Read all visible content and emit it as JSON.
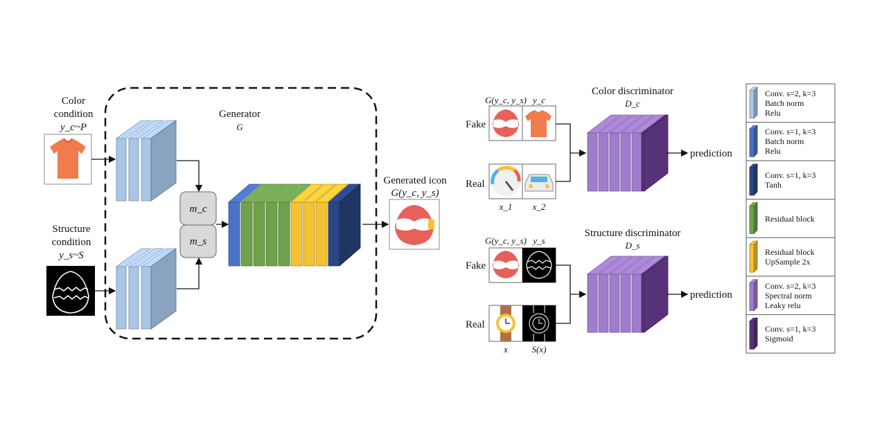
{
  "generator": {
    "title": "Generator",
    "symbol": "G",
    "m_c": "m_c",
    "m_s": "m_s"
  },
  "color_condition": {
    "line1": "Color",
    "line2": "condition",
    "formula": "y_c~P"
  },
  "structure_condition": {
    "line1": "Structure",
    "line2": "condition",
    "formula": "y_s~S"
  },
  "generated_icon": {
    "title": "Generated icon",
    "formula": "G(y_c, y_s)"
  },
  "color_discriminator": {
    "title": "Color discriminator",
    "symbol": "D_c",
    "fake_label": "Fake",
    "real_label": "Real",
    "fake_caption_1": "G(y_c, y_s)",
    "fake_caption_2": "y_c",
    "real_caption_1": "x_1",
    "real_caption_2": "x_2",
    "output": "prediction"
  },
  "structure_discriminator": {
    "title": "Structure discriminator",
    "symbol": "D_s",
    "fake_label": "Fake",
    "real_label": "Real",
    "fake_caption_1": "G(y_c, y_s)",
    "fake_caption_2": "y_s",
    "real_caption_1": "x",
    "real_caption_2": "S(x)",
    "output": "prediction"
  },
  "legend": [
    {
      "text": "Conv. s=2, k=3\nBatch norm\nRelu",
      "color": "#a9c6e6"
    },
    {
      "text": "Conv. s=1, k=3\nBatch norm\nRelu",
      "color": "#4a72c4"
    },
    {
      "text": "Conv. s=1, k=3\nTanh",
      "color": "#2b4683"
    },
    {
      "text": "Residual block",
      "color": "#6ea34c"
    },
    {
      "text": "Residual block\nUpSample 2x",
      "color": "#f5c233"
    },
    {
      "text": "Conv. s=2, k=3\nSpectral norm\nLeaky relu",
      "color": "#a07ccc"
    },
    {
      "text": "Conv. s=1, k=3\nSigmoid",
      "color": "#583279"
    }
  ]
}
